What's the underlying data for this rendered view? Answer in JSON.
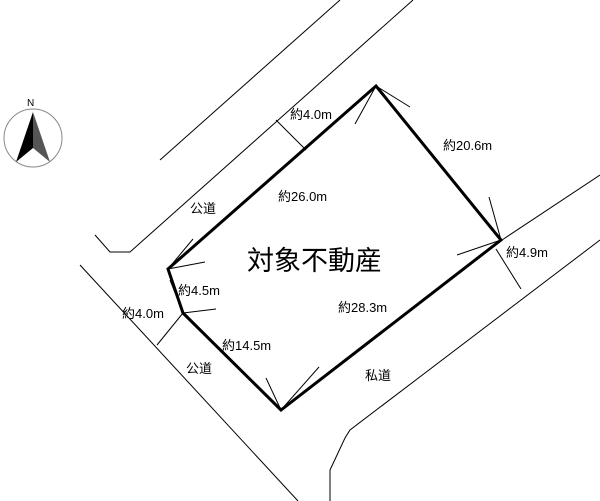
{
  "title": "対象不動産",
  "compass": {
    "north_label": "N"
  },
  "roads": {
    "public_road_upper": "公道",
    "public_road_lower": "公道",
    "private_road": "私道"
  },
  "dimensions": {
    "road_width_upper": "約4.0m",
    "road_width_lower": "約4.0m",
    "road_width_private": "約4.9m",
    "side_nw": "約26.0m",
    "side_ne": "約20.6m",
    "side_se": "約28.3m",
    "side_sw": "約14.5m",
    "side_w": "約4.5m"
  }
}
